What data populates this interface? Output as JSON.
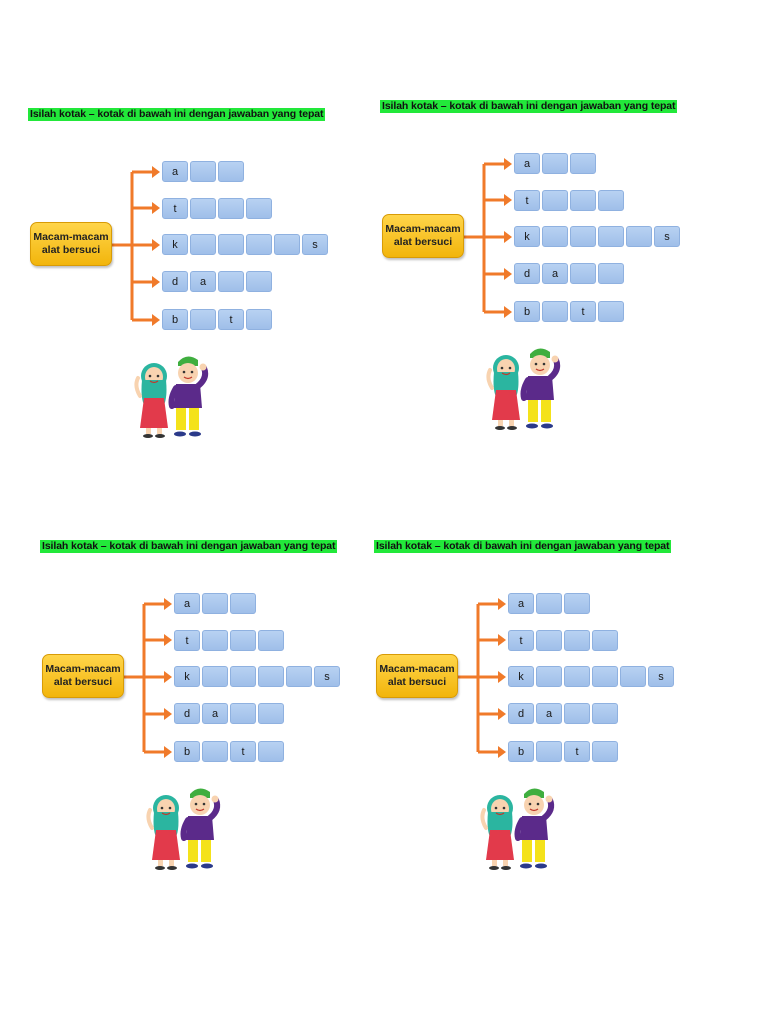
{
  "instruction": "Isilah kotak – kotak di bawah ini dengan jawaban yang tepat",
  "center_label": [
    "Macam-macam",
    "alat bersuci"
  ],
  "colors": {
    "title_bg": "#22e83a",
    "center_box": "#f5c01c",
    "arrow": "#f07a2a",
    "cell": "#a9c6ee"
  },
  "rows": [
    {
      "cells": [
        "a",
        "",
        ""
      ]
    },
    {
      "cells": [
        "t",
        "",
        "",
        ""
      ]
    },
    {
      "cells": [
        "k",
        "",
        "",
        "",
        "",
        "s"
      ]
    },
    {
      "cells": [
        "d",
        "a",
        "",
        ""
      ]
    },
    {
      "cells": [
        "b",
        "",
        "t",
        ""
      ]
    }
  ],
  "illustration": "two-muslim-kids-waving",
  "worksheet_count": 4
}
